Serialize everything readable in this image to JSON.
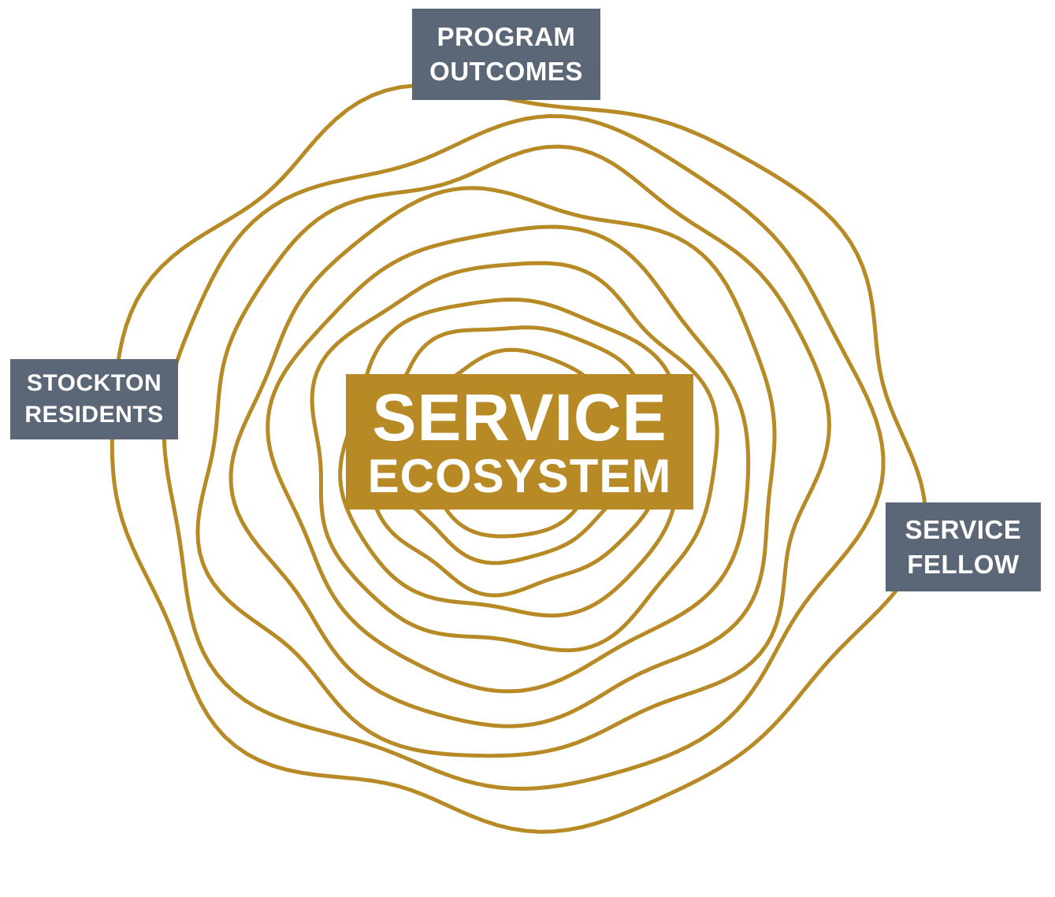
{
  "diagram": {
    "ring_color": "#b78a26",
    "label_color": "#5b6677",
    "center": {
      "line1": "SERVICE",
      "line2": "ECOSYSTEM",
      "fill": "#b78a26"
    },
    "labels": {
      "program_outcomes": {
        "line1": "PROGRAM",
        "line2": "OUTCOMES"
      },
      "stockton_residents": {
        "line1": "STOCKTON",
        "line2": "RESIDENTS"
      },
      "service_fellow": {
        "line1": "SERVICE",
        "line2": "FELLOW"
      }
    }
  }
}
